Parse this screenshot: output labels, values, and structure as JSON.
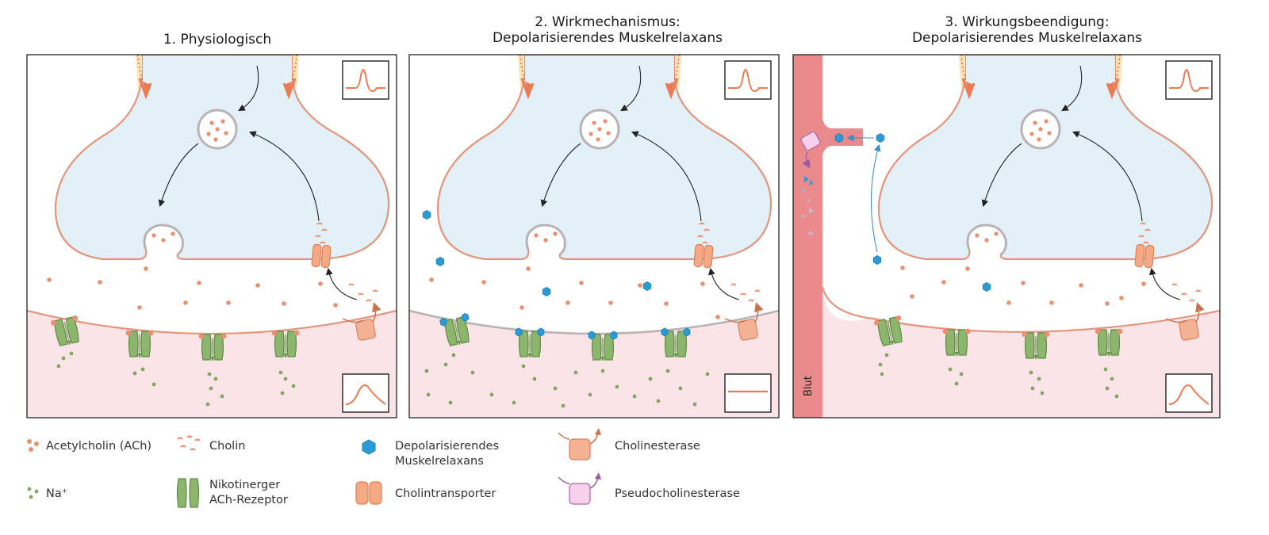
{
  "panels": [
    {
      "title_lines": [
        "1. Physiologisch"
      ]
    },
    {
      "title_lines": [
        "2. Wirkmechanismus:",
        "Depolarisierendes Muskelrelaxans"
      ]
    },
    {
      "title_lines": [
        "3. Wirkungsbeendigung:",
        "Depolarisierendes Muskelrelaxans"
      ],
      "blood_label": "Blut"
    }
  ],
  "legend": {
    "ach": "Acetylcholin (ACh)",
    "cholin": "Cholin",
    "relaxans_lines": [
      "Depolarisierendes",
      "Muskelrelaxans"
    ],
    "cholinesterase": "Cholinesterase",
    "na": "Na⁺",
    "receptor_lines": [
      "Nikotinerger",
      "ACh-Rezeptor"
    ],
    "transporter": "Cholintransporter",
    "pseudocholinesterase": "Pseudocholinesterase"
  },
  "colors": {
    "terminal_fill": "#e3f0f7",
    "terminal_stroke": "#e3967c",
    "muscle_fill": "#fbe4e7",
    "ach": "#ec8f6e",
    "na": "#7fa960",
    "receptor": "#8cb56e",
    "relaxans": "#2b9bd6",
    "transporter": "#f5a985",
    "cholinesterase": "#f4b295",
    "pseudocholinesterase": "#f7d1ec",
    "blood": "#ea8a8d",
    "postsynaptic_stroke_blocked": "#b9b3b5"
  }
}
